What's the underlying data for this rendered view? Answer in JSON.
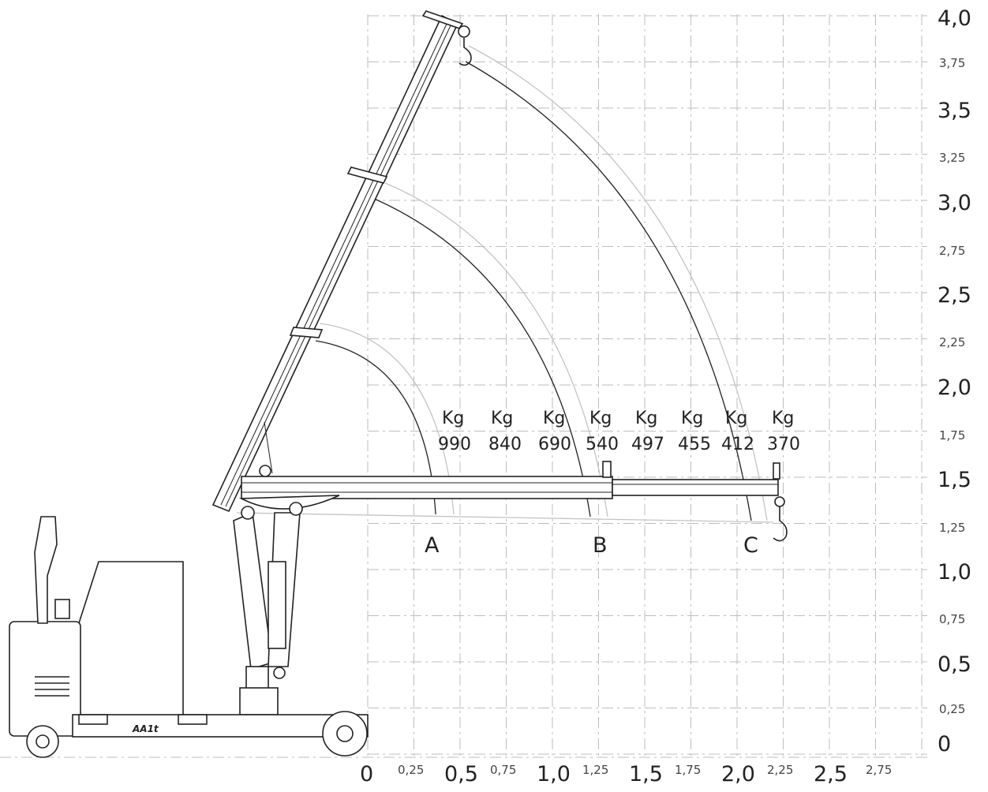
{
  "diagram": {
    "y_axis": {
      "major_labels": [
        "4,0",
        "3,5",
        "3,0",
        "2,5",
        "2,0",
        "1,5",
        "1,0",
        "0,5",
        "0"
      ],
      "minor_labels": [
        "3,75",
        "3,25",
        "2,75",
        "2,25",
        "1,75",
        "1,25",
        "0,75",
        "0,25"
      ]
    },
    "x_axis": {
      "major_labels": [
        "0",
        "0,5",
        "1,0",
        "1,5",
        "2,0",
        "2,5"
      ],
      "minor_labels": [
        "0,25",
        "0,75",
        "1,25",
        "1,75",
        "2,25",
        "2,75"
      ]
    },
    "load_unit": "Kg",
    "loads": [
      "990",
      "840",
      "690",
      "540",
      "497",
      "455",
      "412",
      "370"
    ],
    "positions": [
      "A",
      "B",
      "C"
    ],
    "machine_logo": "AA1t"
  }
}
